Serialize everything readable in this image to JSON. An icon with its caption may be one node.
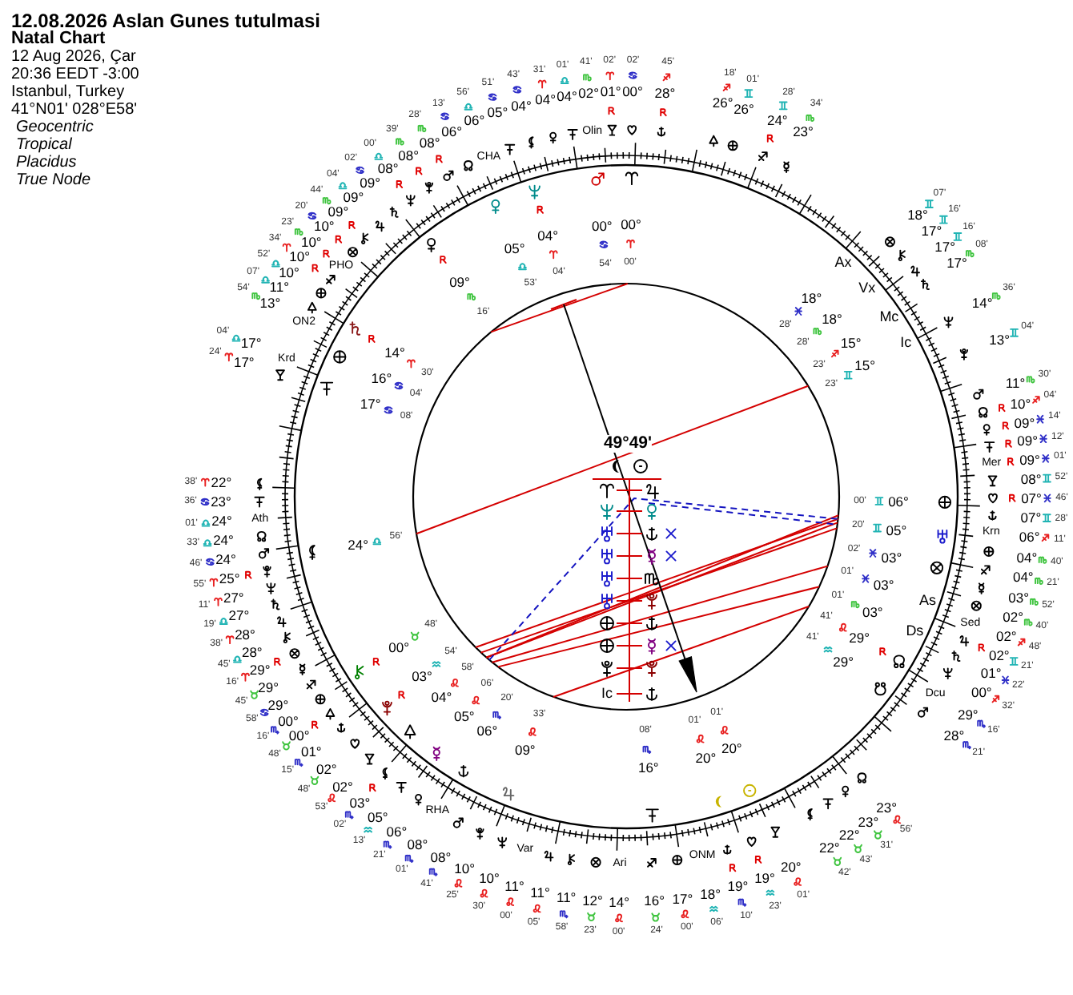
{
  "diagram": {
    "title": "12.08.2026 Aslan Gunes tutulmasi",
    "labels": [
      "Natal Chart",
      "12 Aug 2026, Çar",
      "20:36 EEDT -3:00",
      "Istanbul, Turkey",
      "41°N01' 028°E58'",
      "Geocentric",
      "Tropical",
      "Placidus",
      "True Node",
      "04°",
      "31'",
      "04°",
      "01'",
      "Olin",
      "02°",
      "41'",
      "01°",
      "02'",
      "00°",
      "02'",
      "28°",
      "45'",
      "26°",
      "18'",
      "26°",
      "01'",
      "24°",
      "28'",
      "23°",
      "34'",
      "18°",
      "07'",
      "17°",
      "16'",
      "17°",
      "16'",
      "17°",
      "08'",
      "14°",
      "36'",
      "13°",
      "04'",
      "11°",
      "30'",
      "10°",
      "04'",
      "09°",
      "14'",
      "09°",
      "12'",
      "Mer",
      "09°",
      "01'",
      "08°",
      "52'",
      "07°",
      "46'",
      "07°",
      "28'",
      "Krn",
      "06°",
      "11'",
      "04°",
      "40'",
      "04°",
      "21'",
      "03°",
      "52'",
      "02°",
      "40'",
      "Sed",
      "02°",
      "48'",
      "02°",
      "21'",
      "01°",
      "22'",
      "00°",
      "32'",
      "Dcu",
      "29°",
      "16'",
      "28°",
      "21'",
      "23°",
      "56'",
      "23°",
      "31'",
      "22°",
      "43'",
      "22°",
      "42'",
      "20°",
      "01'",
      "19°",
      "23'",
      "19°",
      "10'",
      "ONM",
      "18°",
      "06'",
      "17°",
      "00'",
      "16°",
      "24'",
      "Ari",
      "14°",
      "00'",
      "12°",
      "23'",
      "11°",
      "58'",
      "11°",
      "05'",
      "Var",
      "11°",
      "00'",
      "10°",
      "30'",
      "10°",
      "25'",
      "08°",
      "41'",
      "RHA",
      "08°",
      "01'",
      "06°",
      "21'",
      "05°",
      "13'",
      "03°",
      "02'",
      "02°",
      "53'",
      "02°",
      "48'",
      "01°",
      "15'",
      "00°",
      "48'",
      "00°",
      "16'",
      "29°",
      "58'",
      "29°",
      "45'",
      "29°",
      "16'",
      "28°",
      "45'",
      "28°",
      "38'",
      "27°",
      "19'",
      "27°",
      "11'",
      "25°",
      "55'",
      "24°",
      "46'",
      "24°",
      "33'",
      "Ath",
      "24°",
      "01'",
      "23°",
      "36'",
      "22°",
      "38'",
      "17°",
      "24'",
      "Krd",
      "17°",
      "04'",
      "ON2",
      "13°",
      "54'",
      "11°",
      "07'",
      "10°",
      "52'",
      "10°",
      "34'",
      "PHO",
      "10°",
      "23'",
      "10°",
      "20'",
      "09°",
      "44'",
      "09°",
      "04'",
      "09°",
      "02'",
      "08°",
      "00'",
      "08°",
      "39'",
      "08°",
      "28'",
      "06°",
      "13'",
      "CHA",
      "06°",
      "56'",
      "05°",
      "51'",
      "04°",
      "43'",
      "00°",
      "00'",
      "Ax",
      "18°",
      "28'",
      "Vx",
      "18°",
      "28'",
      "Mc",
      "15°",
      "23'",
      "Ic",
      "15°",
      "23'",
      "06°",
      "00'",
      "05°",
      "20'",
      "03°",
      "02'",
      "As",
      "03°",
      "01'",
      "Ds",
      "03°",
      "01'",
      "29°",
      "41'",
      "29°",
      "41'",
      "20°",
      "01'",
      "20°",
      "01'",
      "16°",
      "08'",
      "09°",
      "33'",
      "06°",
      "20'",
      "05°",
      "06'",
      "04°",
      "58'",
      "03°",
      "54'",
      "00°",
      "48'",
      "24°",
      "56'",
      "17°",
      "08'",
      "16°",
      "04'",
      "14°",
      "30'",
      "09°",
      "16'",
      "05°",
      "53'",
      "04°",
      "04'",
      "00°",
      "54'",
      "49°49'",
      "Ic"
    ]
  }
}
